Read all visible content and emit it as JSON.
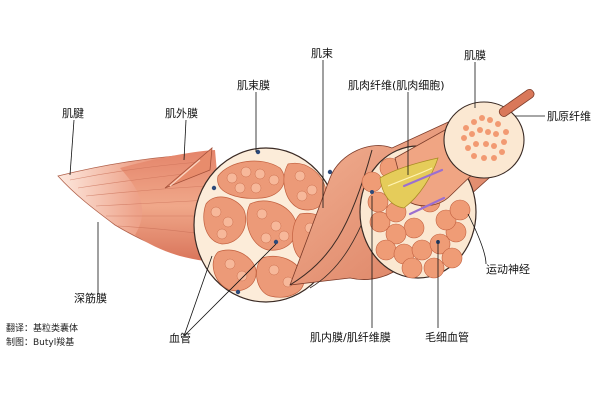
{
  "labels": {
    "tendon": "肌腱",
    "epimysium": "肌外膜",
    "perimysium": "肌束膜",
    "fascicle": "肌束",
    "muscle_fiber": "肌肉纤维(肌肉细胞)",
    "sarcolemma": "肌膜",
    "myofibril": "肌原纤维",
    "motor_nerve": "运动神经",
    "deep_fascia": "深筋膜",
    "blood_vessel": "血管",
    "endomysium": "肌内膜/肌纤维膜",
    "capillary": "毛细血管"
  },
  "credits": {
    "translation": "翻译：基粒类囊体",
    "production": "制图：Butyl羧基"
  },
  "colors": {
    "muscle_light": "#f2b595",
    "muscle_mid": "#e99672",
    "muscle_dark": "#d9745a",
    "fiber": "#ee9c76",
    "fiber_edge": "#c2603f",
    "sheath": "#fcecd9",
    "outline": "#3a2a24",
    "nerve": "#dcc24a",
    "vessel": "#9b6fd0",
    "node": "#2c4a7a"
  }
}
